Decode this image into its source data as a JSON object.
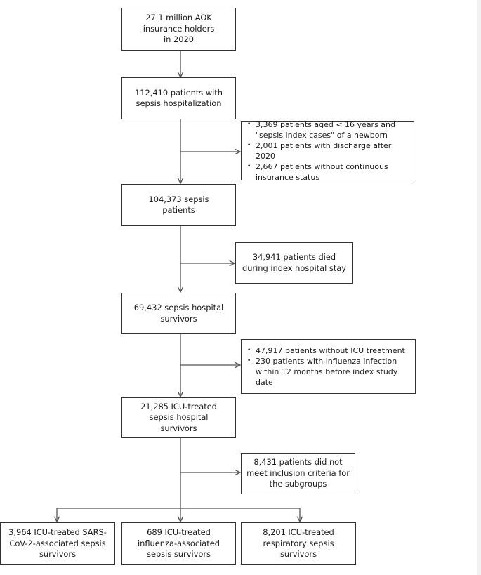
{
  "flowchart": {
    "population": "27.1 million AOK insurance holders in 2020",
    "sepsis_hospitalization": "112,410 patients with sepsis hospitalization",
    "exclusions_1": [
      "3,369 patients aged < 16 years and \"sepsis index cases\" of a newborn",
      "2,001 patients with discharge after 2020",
      "2,667 patients without continuous insurance status"
    ],
    "sepsis_patients": "104,373 sepsis patients",
    "exclusion_died": "34,941 patients died during index hospital stay",
    "hospital_survivors": "69,432 sepsis hospital survivors",
    "exclusions_2": [
      "47,917 patients without ICU treatment",
      "230 patients with influenza infection within 12 months before index study date"
    ],
    "icu_survivors": "21,285 ICU-treated sepsis hospital survivors",
    "exclusion_criteria": "8,431 patients did not meet inclusion criteria for the subgroups",
    "subgroups": [
      "3,964 ICU-treated SARS-CoV-2-associated sepsis survivors",
      "689 ICU-treated influenza-associated sepsis survivors",
      "8,201 ICU-treated respiratory sepsis survivors"
    ]
  },
  "colors": {
    "border": "#333333",
    "arrow": "#555555",
    "text": "#1a1a1a"
  }
}
